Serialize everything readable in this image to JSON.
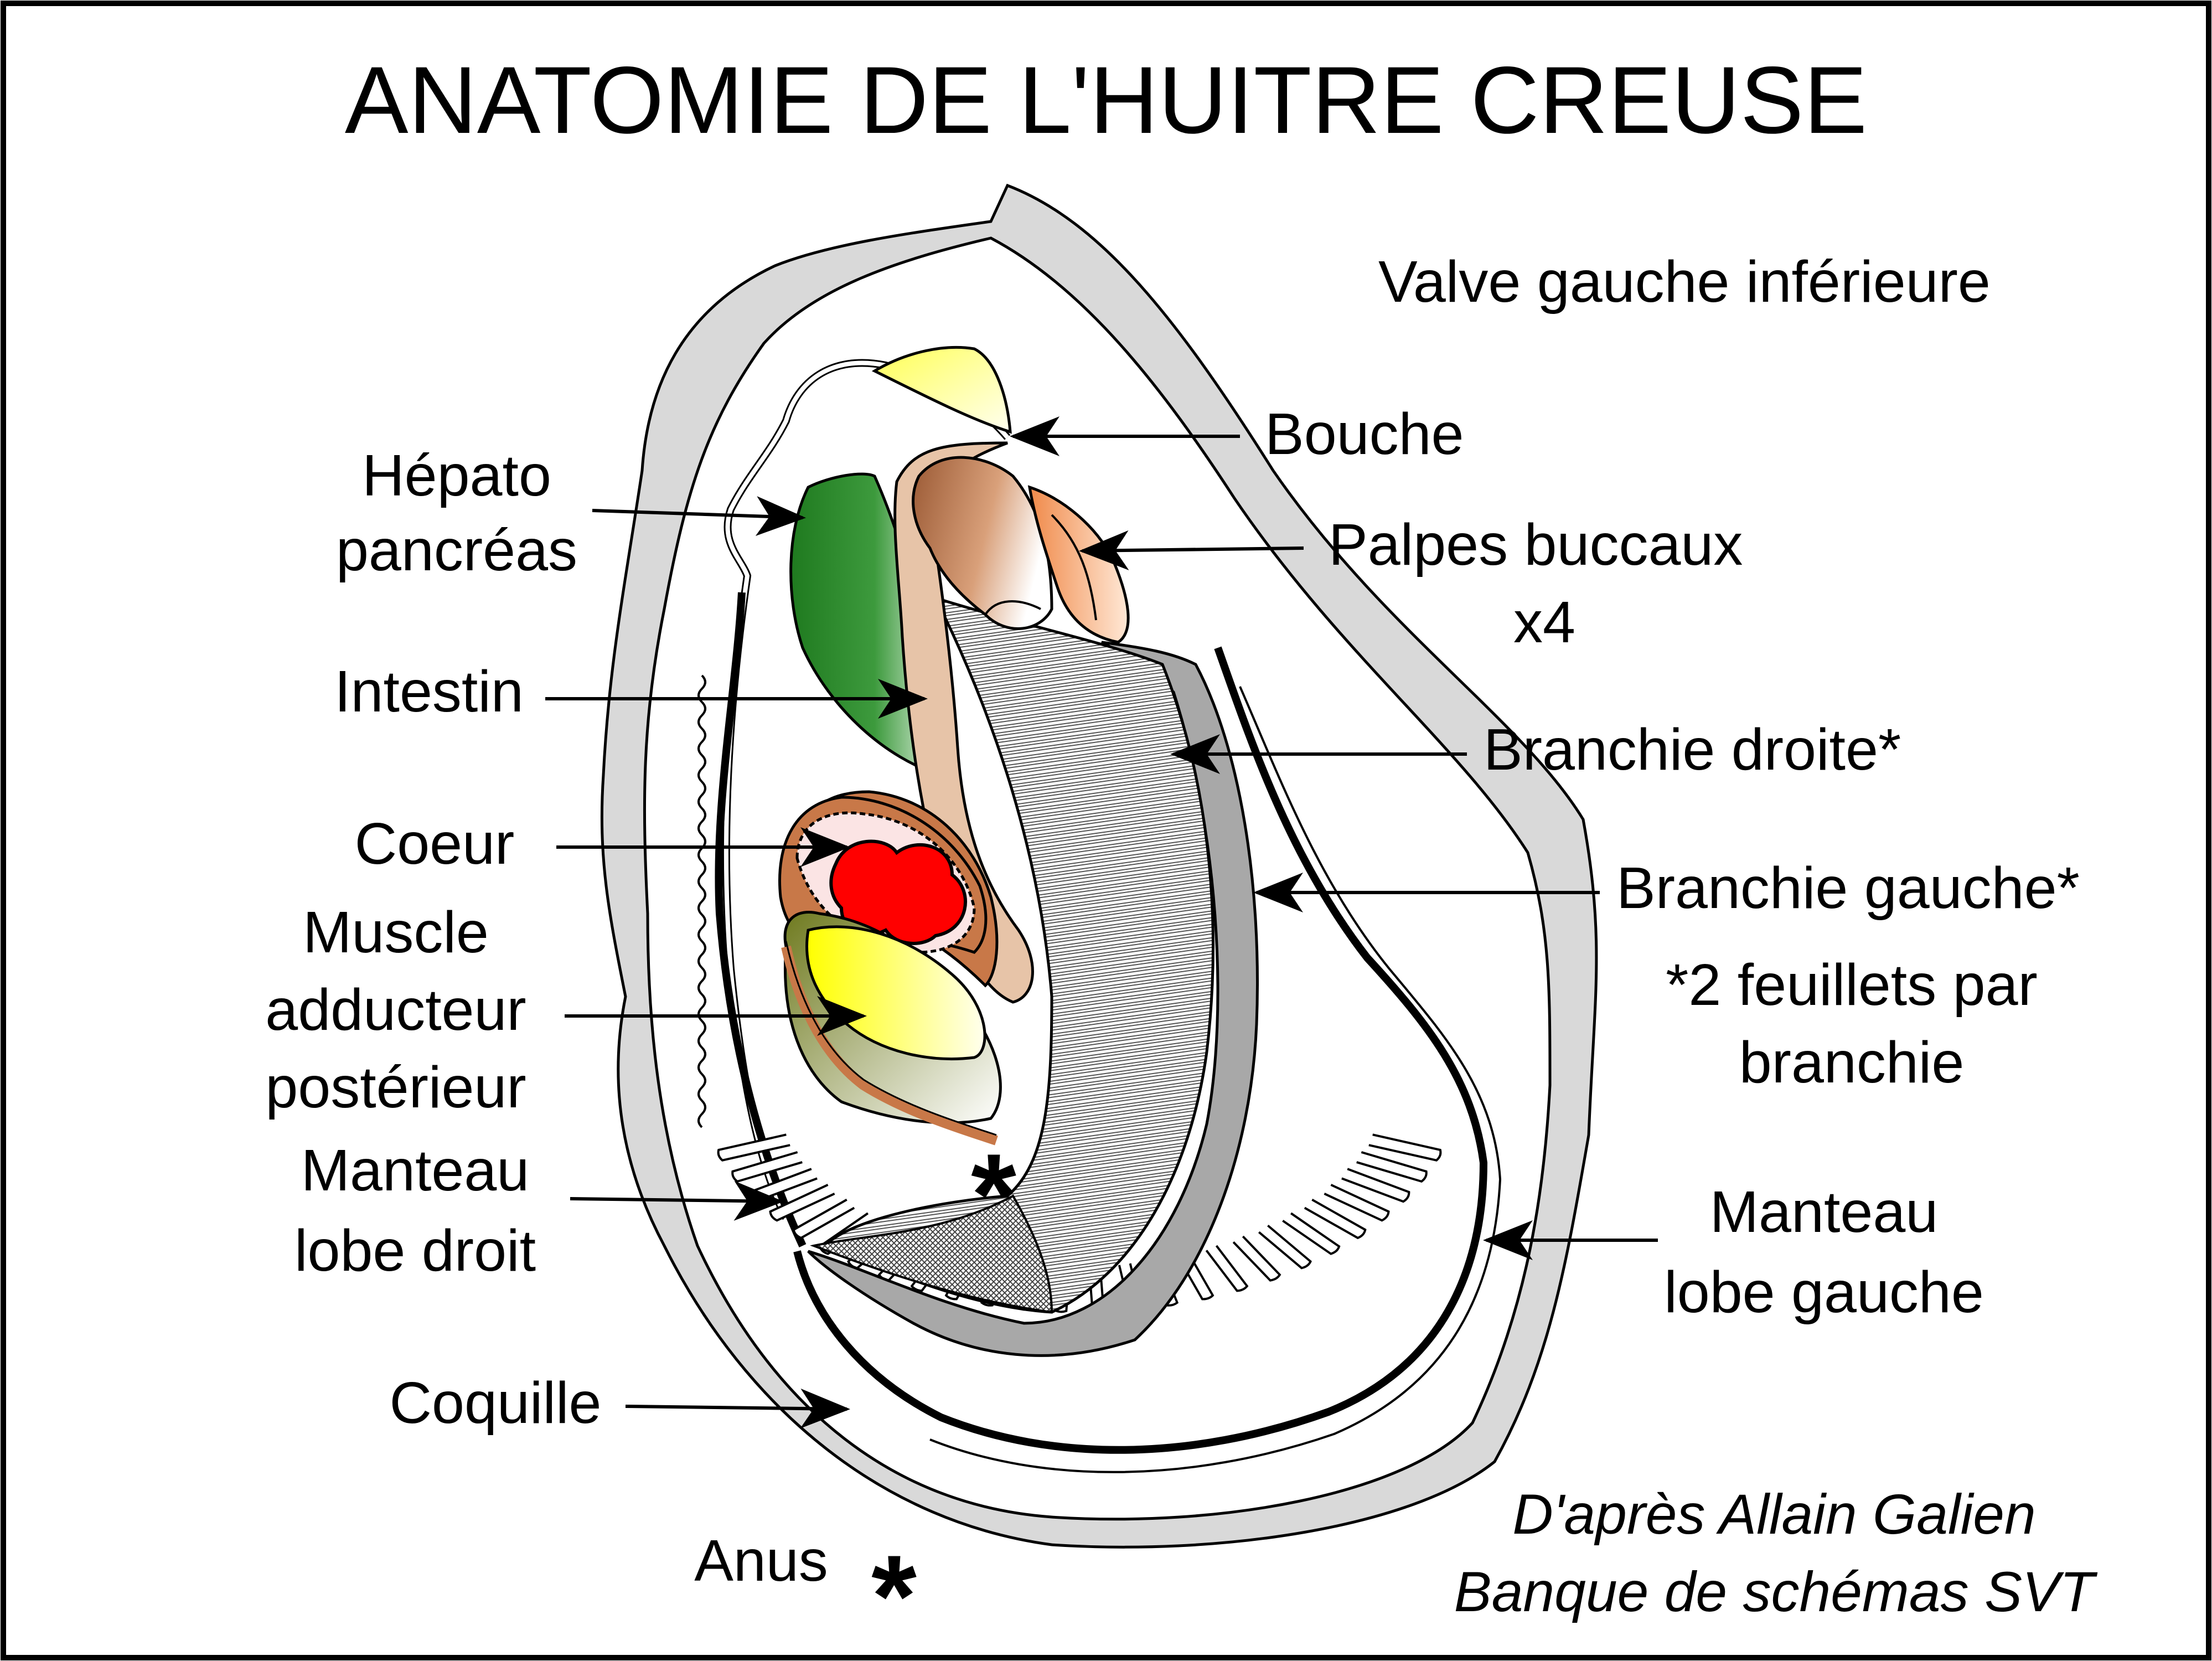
{
  "title": "ANATOMIE DE L'HUITRE CREUSE",
  "labels": {
    "valve": "Valve gauche inférieure",
    "hepato_1": "Hépato",
    "hepato_2": "pancréas",
    "bouche": "Bouche",
    "palpes_1": "Palpes buccaux",
    "palpes_2": "x4",
    "intestin": "Intestin",
    "branchie_droite": "Branchie droite*",
    "coeur": "Coeur",
    "branchie_gauche": "Branchie gauche*",
    "muscle_1": "Muscle",
    "muscle_2": "adducteur",
    "muscle_3": "postérieur",
    "note_1": "*2 feuillets par",
    "note_2": "branchie",
    "manteau_droit_1": "Manteau",
    "manteau_droit_2": "lobe droit",
    "manteau_gauche_1": "Manteau",
    "manteau_gauche_2": "lobe gauche",
    "coquille": "Coquille",
    "anus": "Anus",
    "anus_mark": "*",
    "gill_mark": "*"
  },
  "credit": {
    "line1": "D'après Allain Galien",
    "line2": "Banque de schémas SVT"
  },
  "colors": {
    "shell_fill": "#d9d9d9",
    "hepatopancreas": "#2e8b2e",
    "palps": "#a0522d",
    "palps_light": "#f4a460",
    "intestine": "#d2a07a",
    "pericardium": "#c87848",
    "heart": "#ff0000",
    "muscle": "#ffff33",
    "muscle_dark": "#7a7a1a",
    "gill_grey": "#a8a8a8",
    "mouth_tissue": "#ffff66"
  }
}
